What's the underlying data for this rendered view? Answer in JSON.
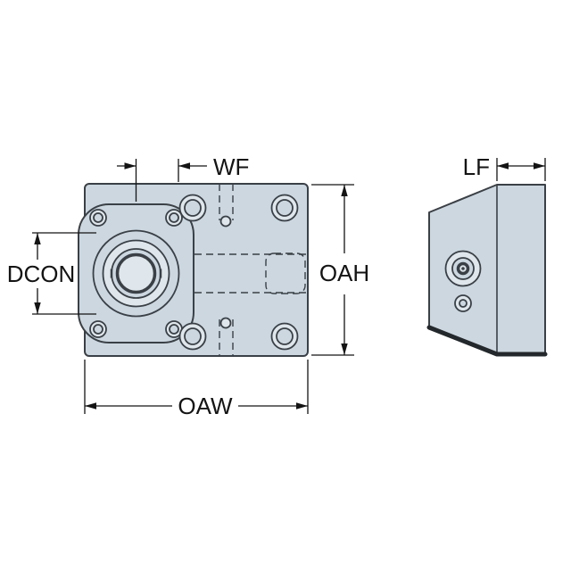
{
  "drawing": {
    "dimensions": {
      "wf": "WF",
      "lf": "LF",
      "dcon": "DCON",
      "oah": "OAH",
      "oaw": "OAW"
    }
  },
  "colors": {
    "background": "#ffffff",
    "body_fill": "#ccd7e0",
    "hole_fill": "#dfe7ec",
    "line": "#3a4046",
    "line_dark": "#23282c",
    "dim": "#141414"
  }
}
